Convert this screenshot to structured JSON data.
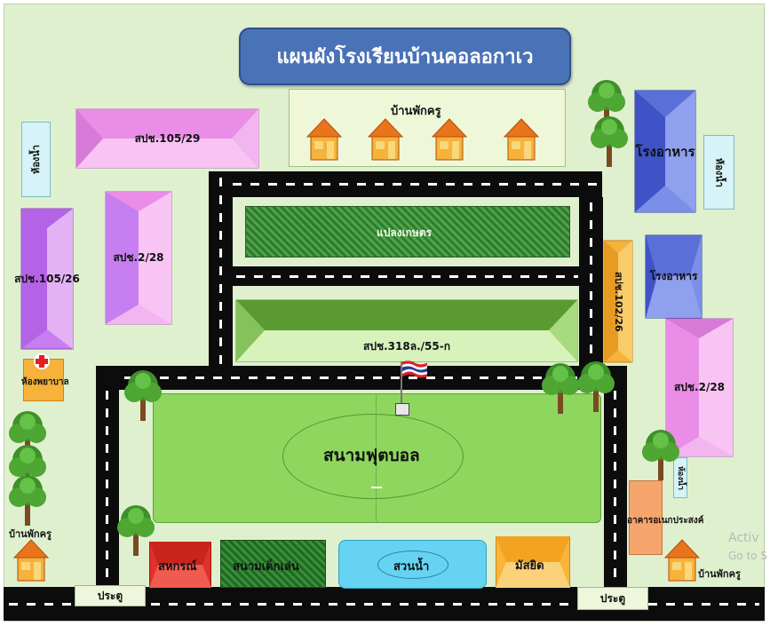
{
  "title": "แผนผังโรงเรียนบ้านคอลอกาเว",
  "buildings": {
    "teacher_house_top": "บ้านพักครู",
    "b105_29": "สปช.105/29",
    "b105_26": "สปช.105/26",
    "b2_28_left": "สปช.2/28",
    "b2_28_right": "สปช.2/28",
    "b318": "สปช.318ล./55-ก",
    "b102_26": "สปช.102/26",
    "canteen_1": "โรงอาหาร",
    "canteen_2": "โรงอาหาร",
    "restroom_left": "ห้องน้ำ",
    "restroom_right_top": "ห้องน้ำ",
    "restroom_right_bottom": "ห้องน้ำ",
    "nurse_room": "ห้องพยาบาล",
    "farm_plot": "แปลงเกษตร",
    "football_field": "สนามฟุตบอล",
    "coop": "สหกรณ์",
    "playground": "สนามเด็กเล่น",
    "water_garden": "สวนน้ำ",
    "mosque": "มัสยิด",
    "multipurpose": "อาคารอเนกประสงค์",
    "teacher_house_left": "บ้านพักครู",
    "teacher_house_right": "บ้านพักครู",
    "gate_left": "ประตู",
    "gate_right": "ประตู"
  },
  "watermark": {
    "line1": "Activ",
    "line2": "Go to S"
  },
  "colors": {
    "title_bg": "#4a72b6",
    "ground": "#dff0cf",
    "road": "#0c0c0c",
    "field": "#8fd65f",
    "pink_roof": "#f6a8f0",
    "purple_roof": "#c77ef0",
    "blue_roof": "#3f53c6",
    "orange_roof": "#f6b23a",
    "house_roof": "#e8741c"
  },
  "icons": [
    "tree-icon",
    "house-icon",
    "thai-flag-icon",
    "red-cross-icon"
  ]
}
